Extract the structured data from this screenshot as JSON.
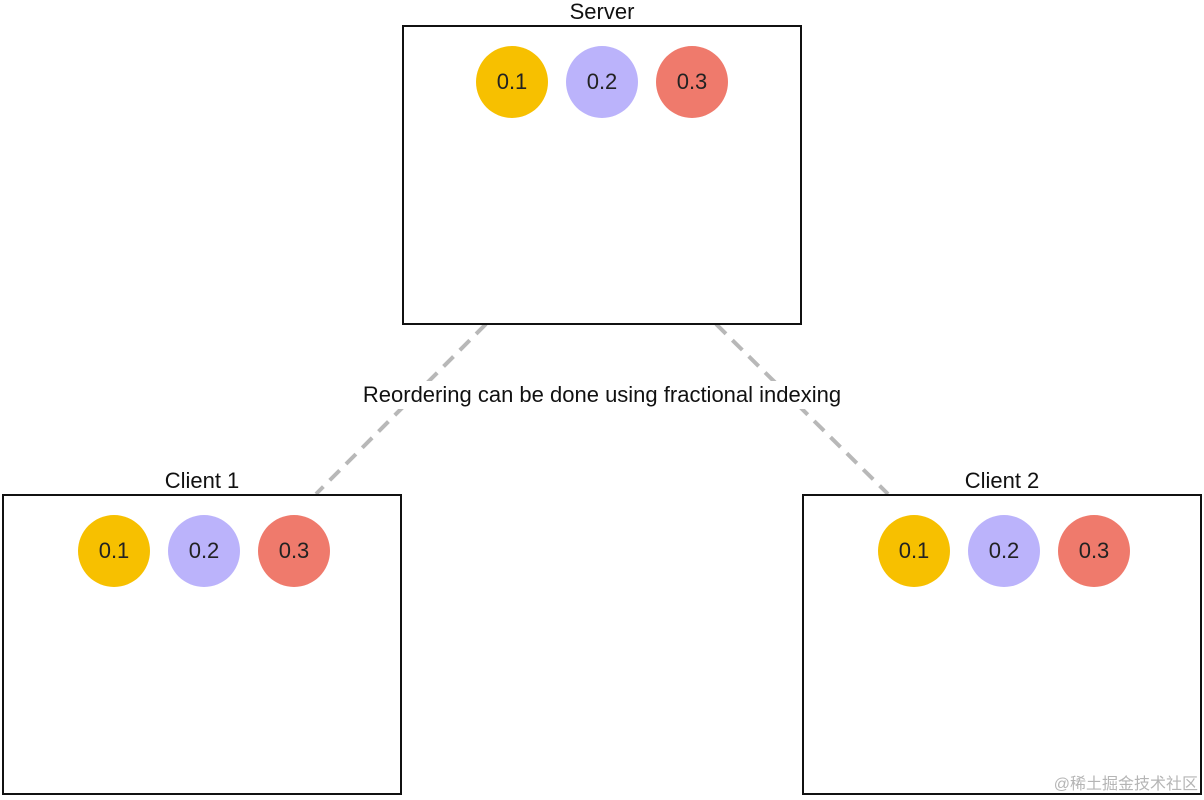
{
  "colors": {
    "circle_1": "#f7c000",
    "circle_2": "#bbb3fb",
    "circle_3": "#ef7a6c",
    "connector": "#b8b8b8"
  },
  "server": {
    "label": "Server",
    "items": [
      "0.1",
      "0.2",
      "0.3"
    ]
  },
  "client1": {
    "label": "Client 1",
    "items": [
      "0.1",
      "0.2",
      "0.3"
    ]
  },
  "client2": {
    "label": "Client 2",
    "items": [
      "0.1",
      "0.2",
      "0.3"
    ]
  },
  "caption": "Reordering can be done using fractional indexing",
  "watermark": "@稀土掘金技术社区"
}
